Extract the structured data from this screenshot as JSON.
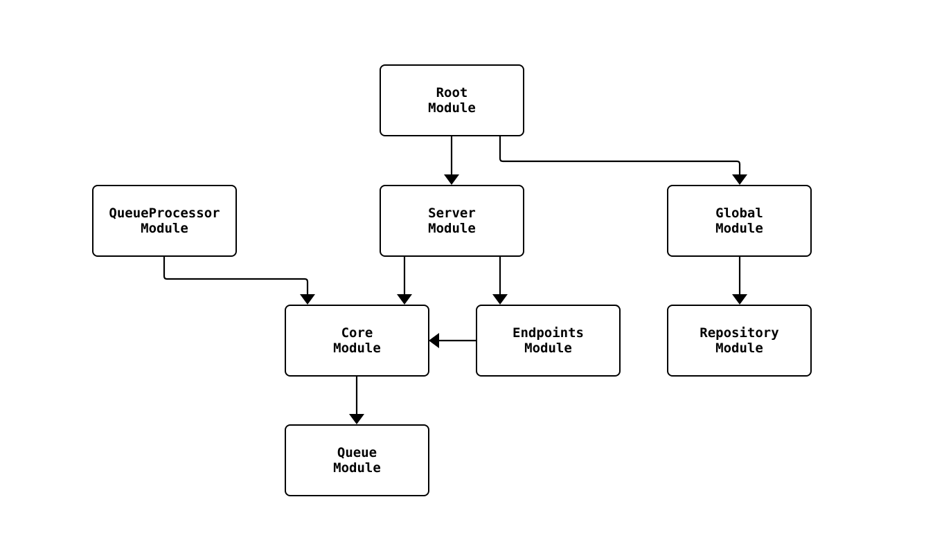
{
  "diagram": {
    "type": "flowchart",
    "background_color": "#ffffff",
    "node_fill_color": "#ffffff",
    "node_border_color": "#000000",
    "text_color": "#000000",
    "arrow_color": "#000000",
    "nodes": {
      "root": {
        "line1": "Root",
        "line2": "Module"
      },
      "queueprocessor": {
        "line1": "QueueProcessor",
        "line2": "Module"
      },
      "server": {
        "line1": "Server",
        "line2": "Module"
      },
      "global": {
        "line1": "Global",
        "line2": "Module"
      },
      "core": {
        "line1": "Core",
        "line2": "Module"
      },
      "endpoints": {
        "line1": "Endpoints",
        "line2": "Module"
      },
      "repository": {
        "line1": "Repository",
        "line2": "Module"
      },
      "queue": {
        "line1": "Queue",
        "line2": "Module"
      }
    },
    "edges": [
      {
        "from": "Root Module",
        "to": "Server Module"
      },
      {
        "from": "Root Module",
        "to": "Global Module"
      },
      {
        "from": "QueueProcessor Module",
        "to": "Core Module"
      },
      {
        "from": "Server Module",
        "to": "Core Module"
      },
      {
        "from": "Server Module",
        "to": "Endpoints Module"
      },
      {
        "from": "Endpoints Module",
        "to": "Core Module"
      },
      {
        "from": "Global Module",
        "to": "Repository Module"
      },
      {
        "from": "Core Module",
        "to": "Queue Module"
      }
    ]
  }
}
